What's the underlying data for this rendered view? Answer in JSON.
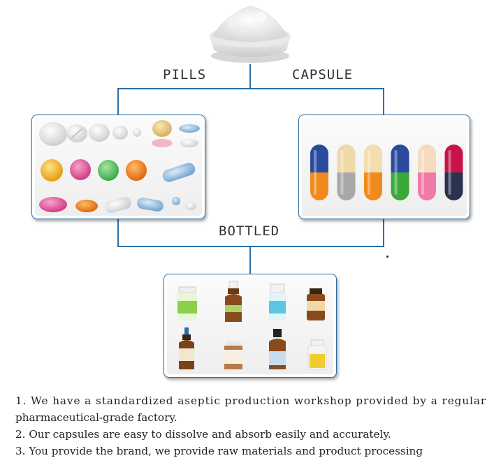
{
  "branches": {
    "pills": "PILLS",
    "capsule": "CAPSULE",
    "bottled": "BOTTLED"
  },
  "notes": [
    "1. We have a standardized aseptic production workshop provided by a regular",
    "pharmaceutical-grade factory.",
    "2. Our capsules are easy to dissolve and absorb easily and accurately.",
    "3. You provide the brand, we provide raw materials and product processing"
  ],
  "colors": {
    "connector": "#2a6fa8",
    "capsule_tops": [
      "#2a4aa0",
      "#f0d9a8",
      "#f3dcb0",
      "#2a4aa0",
      "#f5dcc0",
      "#c8124a"
    ],
    "capsule_bottoms": [
      "#f08a1c",
      "#a8a8a8",
      "#f08a1c",
      "#3aa83a",
      "#f07aa8",
      "#2a3250"
    ]
  }
}
